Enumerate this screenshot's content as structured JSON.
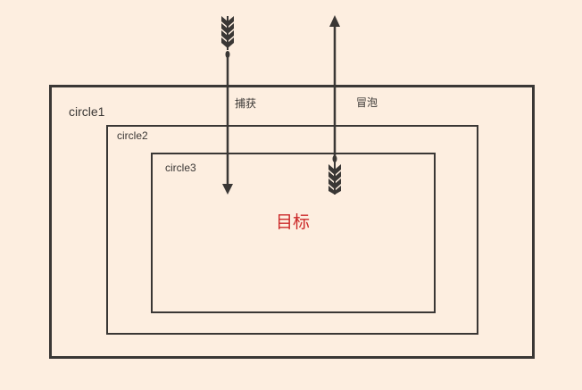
{
  "boxes": {
    "outer_label": "circle1",
    "middle_label": "circle2",
    "inner_label": "circle3"
  },
  "arrows": {
    "capture_label": "捕获",
    "bubble_label": "冒泡"
  },
  "target": {
    "label": "目标",
    "color": "#cc2a2a"
  },
  "colors": {
    "background": "#fdeee0",
    "stroke": "#3a3735",
    "accent": "#cc2a2a"
  },
  "icons": {
    "arrow_tail": "arrow-fletching-icon"
  }
}
